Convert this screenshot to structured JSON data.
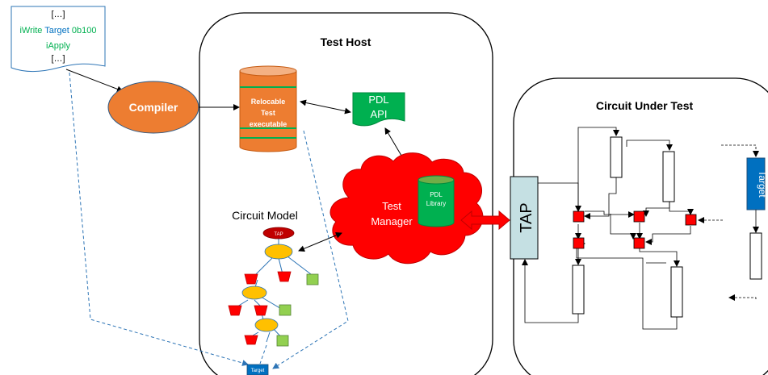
{
  "source_doc": {
    "line1": "[…]",
    "line2_cmd": "iWrite",
    "line2_target": "Target",
    "line2_value": "0b100",
    "line3": "iApply",
    "line4": "[…]"
  },
  "compiler": {
    "label": "Compiler"
  },
  "test_host": {
    "title": "Test Host"
  },
  "relocable_exe": {
    "line1": "Relocable",
    "line2": "Test",
    "line3": "executable"
  },
  "pdl_api": {
    "line1": "PDL",
    "line2": "API"
  },
  "test_manager": {
    "line1": "Test",
    "line2": "Manager"
  },
  "pdl_library": {
    "line1": "PDL",
    "line2": "Library"
  },
  "circuit_model": {
    "title": "Circuit Model",
    "root_label": "TAP"
  },
  "target_small": {
    "label": "Target"
  },
  "tap": {
    "label": "TAP"
  },
  "cut": {
    "title": "Circuit Under Test",
    "target_label": "Target"
  },
  "colors": {
    "orange": "#ed7d31",
    "green": "#00b050",
    "red": "#ff0000",
    "dark_red": "#c00000",
    "yellow": "#ffc000",
    "light_green": "#92d050",
    "blue": "#0070c0",
    "tap_fill": "#c5e0e3",
    "doc_blue": "#2e75b6"
  }
}
